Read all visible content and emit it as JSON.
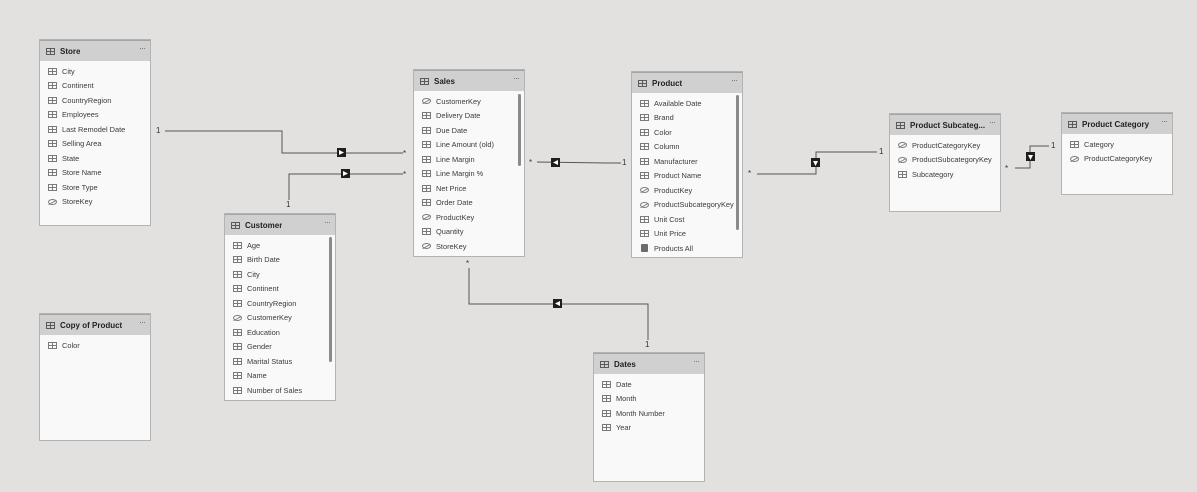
{
  "marks": {
    "one": "1",
    "many": "*"
  },
  "tables": {
    "store": {
      "title": "Store",
      "fields": [
        {
          "label": "City",
          "icon": "column"
        },
        {
          "label": "Continent",
          "icon": "column"
        },
        {
          "label": "CountryRegion",
          "icon": "column"
        },
        {
          "label": "Employees",
          "icon": "column"
        },
        {
          "label": "Last Remodel Date",
          "icon": "column"
        },
        {
          "label": "Selling Area",
          "icon": "column"
        },
        {
          "label": "State",
          "icon": "column"
        },
        {
          "label": "Store Name",
          "icon": "column"
        },
        {
          "label": "Store Type",
          "icon": "column"
        },
        {
          "label": "StoreKey",
          "icon": "hidden-column"
        }
      ]
    },
    "copy_of_product": {
      "title": "Copy of Product",
      "fields": [
        {
          "label": "Color",
          "icon": "column"
        }
      ]
    },
    "customer": {
      "title": "Customer",
      "fields": [
        {
          "label": "Age",
          "icon": "column"
        },
        {
          "label": "Birth Date",
          "icon": "column"
        },
        {
          "label": "City",
          "icon": "column"
        },
        {
          "label": "Continent",
          "icon": "column"
        },
        {
          "label": "CountryRegion",
          "icon": "column"
        },
        {
          "label": "CustomerKey",
          "icon": "hidden-column"
        },
        {
          "label": "Education",
          "icon": "column"
        },
        {
          "label": "Gender",
          "icon": "column"
        },
        {
          "label": "Marital Status",
          "icon": "column"
        },
        {
          "label": "Name",
          "icon": "column"
        },
        {
          "label": "Number of Sales",
          "icon": "column"
        }
      ]
    },
    "sales": {
      "title": "Sales",
      "fields": [
        {
          "label": "CustomerKey",
          "icon": "hidden-column"
        },
        {
          "label": "Delivery Date",
          "icon": "column"
        },
        {
          "label": "Due Date",
          "icon": "column"
        },
        {
          "label": "Line Amount (old)",
          "icon": "column"
        },
        {
          "label": "Line Margin",
          "icon": "column"
        },
        {
          "label": "Line Margin %",
          "icon": "column"
        },
        {
          "label": "Net Price",
          "icon": "column"
        },
        {
          "label": "Order Date",
          "icon": "column"
        },
        {
          "label": "ProductKey",
          "icon": "hidden-column"
        },
        {
          "label": "Quantity",
          "icon": "column"
        },
        {
          "label": "StoreKey",
          "icon": "hidden-column"
        }
      ]
    },
    "product": {
      "title": "Product",
      "fields": [
        {
          "label": "Available Date",
          "icon": "column"
        },
        {
          "label": "Brand",
          "icon": "column"
        },
        {
          "label": "Color",
          "icon": "column"
        },
        {
          "label": "Column",
          "icon": "column"
        },
        {
          "label": "Manufacturer",
          "icon": "column"
        },
        {
          "label": "Product Name",
          "icon": "column"
        },
        {
          "label": "ProductKey",
          "icon": "hidden-column"
        },
        {
          "label": "ProductSubcategoryKey",
          "icon": "hidden-column"
        },
        {
          "label": "Unit Cost",
          "icon": "column"
        },
        {
          "label": "Unit Price",
          "icon": "column"
        },
        {
          "label": "Products All",
          "icon": "calculation"
        }
      ]
    },
    "product_subcategory": {
      "title": "Product Subcateg...",
      "fields": [
        {
          "label": "ProductCategoryKey",
          "icon": "hidden-column"
        },
        {
          "label": "ProductSubcategoryKey",
          "icon": "hidden-column"
        },
        {
          "label": "Subcategory",
          "icon": "column"
        }
      ]
    },
    "product_category": {
      "title": "Product Category",
      "fields": [
        {
          "label": "Category",
          "icon": "column"
        },
        {
          "label": "ProductCategoryKey",
          "icon": "hidden-column"
        }
      ]
    },
    "dates": {
      "title": "Dates",
      "fields": [
        {
          "label": "Date",
          "icon": "column"
        },
        {
          "label": "Month",
          "icon": "column"
        },
        {
          "label": "Month Number",
          "icon": "column"
        },
        {
          "label": "Year",
          "icon": "column"
        }
      ]
    }
  },
  "more_menu_glyph": "···"
}
